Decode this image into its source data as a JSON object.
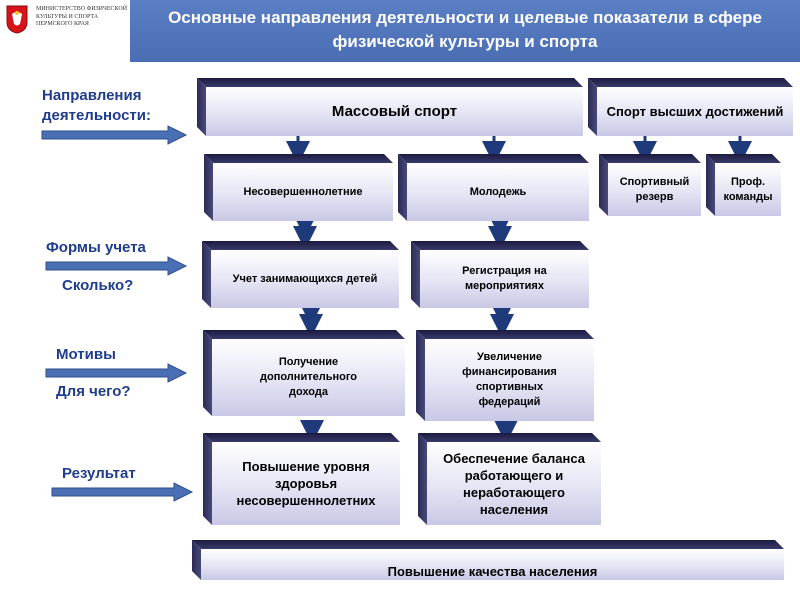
{
  "header": {
    "title": "Основные направления деятельности и целевые показатели в сфере физической культуры и спорта",
    "logo_text": "МИНИСТЕРСТВО ФИЗИЧЕСКОЙ КУЛЬТУРЫ И СПОРТА ПЕРМСКОГО КРАЯ"
  },
  "labels": {
    "directions": "Направления деятельности:",
    "forms": "Формы учета",
    "how_many": "Сколько?",
    "motives": "Мотивы",
    "why": "Для чего?",
    "result": "Результат"
  },
  "boxes": {
    "mass_sport": "Массовый спорт",
    "high_sport": "Спорт высших достижений",
    "minors": "Несовершеннолетние",
    "youth": "Молодежь",
    "reserve": "Спортивный резерв",
    "pro_teams": "Проф. команды",
    "kids_count": "Учет занимающихся детей",
    "registration": "Регистрация на мероприятиях",
    "income": "Получение дополнительного дохода",
    "funding": "Увеличение финансирования спортивных федераций",
    "health": "Повышение уровня здоровья несовершеннолетних",
    "balance": "Обеспечение баланса работающего и неработающего населения",
    "quality": "Повышение качества населения"
  },
  "colors": {
    "header_bg": "#4a6db3",
    "label_text": "#1f3d8c",
    "arrow": "#4a6fb5",
    "box_dark": "#2a2a55",
    "connector": "#1e3a7a"
  }
}
